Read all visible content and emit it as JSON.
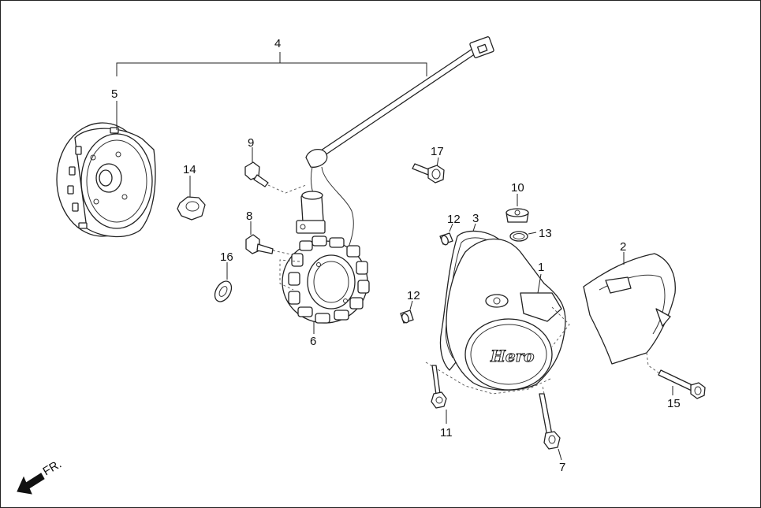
{
  "diagram": {
    "callouts": {
      "c1": "1",
      "c2": "2",
      "c3": "3",
      "c4": "4",
      "c5": "5",
      "c6": "6",
      "c7": "7",
      "c8": "8",
      "c9": "9",
      "c10": "10",
      "c11": "11",
      "c12a": "12",
      "c12b": "12",
      "c13": "13",
      "c14": "14",
      "c15": "15",
      "c16": "16",
      "c17": "17"
    },
    "cover_logo": "Hero",
    "direction_label": "FR."
  }
}
